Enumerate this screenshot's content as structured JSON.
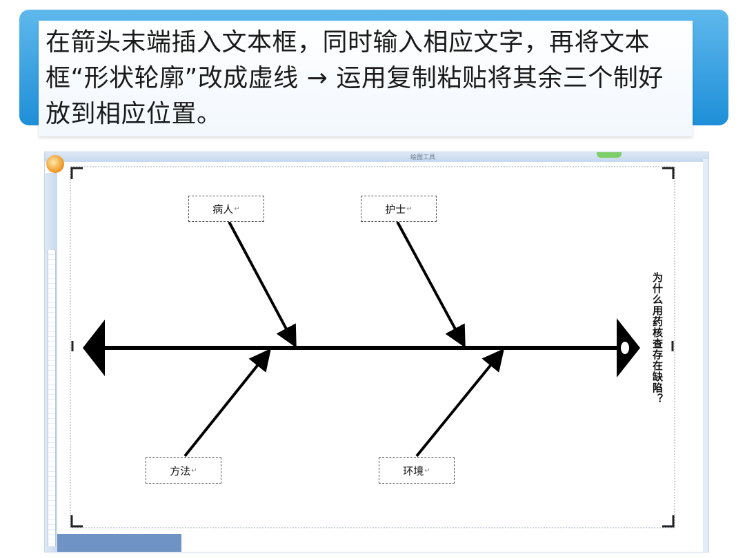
{
  "instruction": {
    "text": "在箭头末端插入文本框，同时输入相应文字，再将文本框“形状轮廓”改成虚线 → 运用复制粘贴将其余三个制好放到相应位置。"
  },
  "word_window": {
    "title": "绘图工具"
  },
  "fishbone": {
    "effect_label": "为什么用药核查存在缺陷？",
    "top_boxes": [
      "病人",
      "护士"
    ],
    "bottom_boxes": [
      "方法",
      "环境"
    ],
    "return_mark": "↵",
    "box_border": "dashed"
  }
}
